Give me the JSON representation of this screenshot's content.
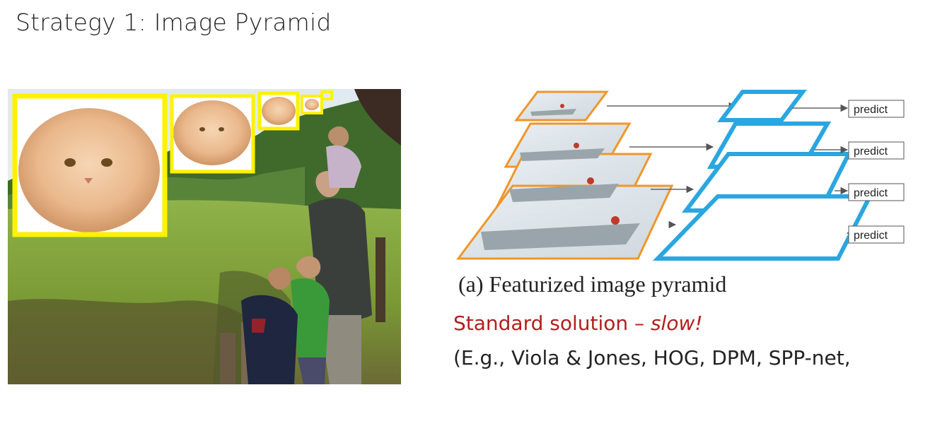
{
  "slide": {
    "title": "Strategy 1: Image Pyramid"
  },
  "figure": {
    "predict_labels": [
      "predict",
      "predict",
      "predict",
      "predict"
    ],
    "caption": "(a) Featurized image pyramid",
    "colors": {
      "input_levels": "#f0962a",
      "feature_levels": "#2aa6e0",
      "detection_box": "#fff200"
    }
  },
  "text": {
    "standard": "Standard solution – ",
    "slow": "slow!",
    "examples": "(E.g., Viola & Jones, HOG, DPM, SPP-net,"
  }
}
